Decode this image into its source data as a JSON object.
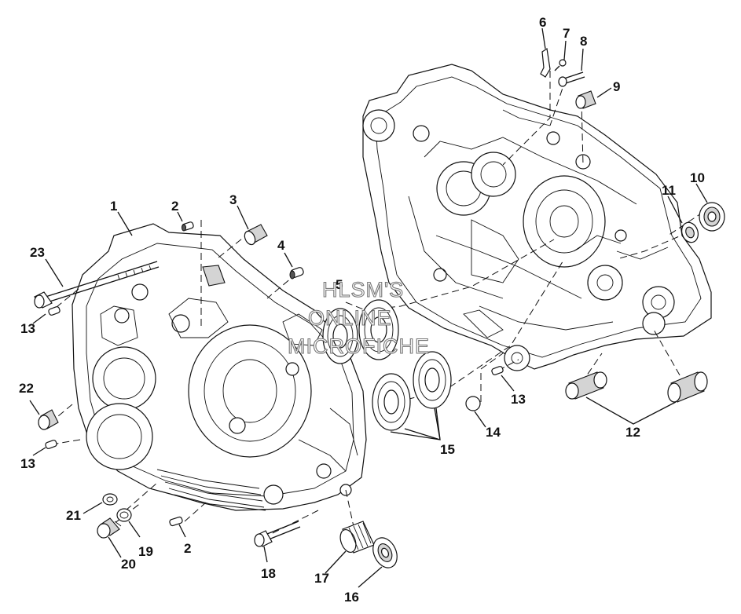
{
  "diagram": {
    "callouts": {
      "c1": "1",
      "c2a": "2",
      "c2b": "2",
      "c3": "3",
      "c4": "4",
      "c5": "5",
      "c6": "6",
      "c7": "7",
      "c8": "8",
      "c9": "9",
      "c10": "10",
      "c11": "11",
      "c12": "12",
      "c13a": "13",
      "c13b": "13",
      "c13c": "13",
      "c14": "14",
      "c15": "15",
      "c16": "16",
      "c17": "17",
      "c18": "18",
      "c19": "19",
      "c20": "20",
      "c21": "21",
      "c22": "22",
      "c23": "23"
    },
    "watermark": {
      "line1": "HLSM'S",
      "line2": "ONLINE",
      "line3": "MICROFICHE"
    }
  }
}
